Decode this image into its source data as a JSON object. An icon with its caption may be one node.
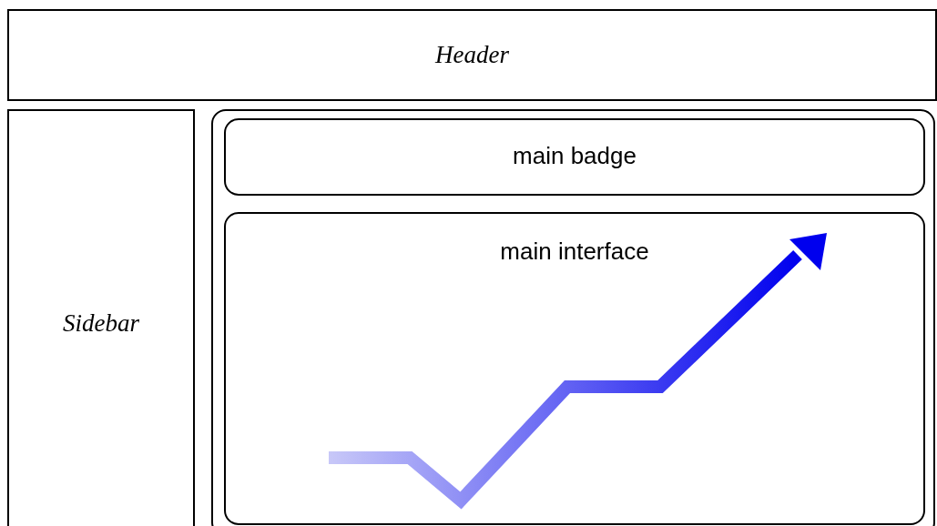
{
  "diagram": {
    "nodes": [
      {
        "text": [
          "Header"
        ]
      },
      {
        "text": [
          "Sidebar"
        ]
      },
      {
        "text": [],
        "shape": "box"
      },
      {
        "text": [
          "main badge"
        ],
        "in": 2
      },
      {
        "text": [
          "main interface"
        ],
        "in": 2
      }
    ]
  }
}
